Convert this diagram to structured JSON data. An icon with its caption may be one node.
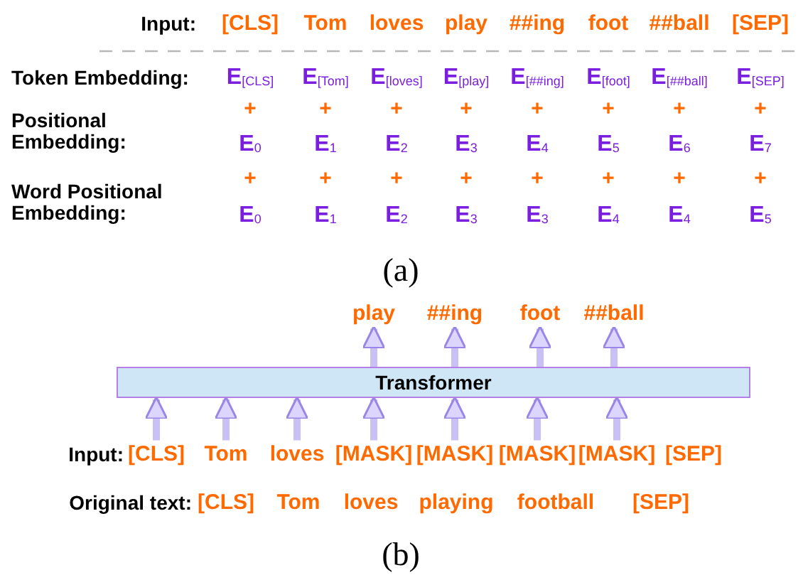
{
  "diagram": {
    "nodes": [
      {
        "text": [
          "Transformer"
        ]
      },
      {
        "text": [
          "play"
        ]
      },
      {
        "text": [
          "##ing"
        ]
      },
      {
        "text": [
          "foot"
        ]
      },
      {
        "text": [
          "##ball"
        ]
      },
      {
        "text": [
          "[CLS]"
        ]
      },
      {
        "text": [
          "Tom"
        ]
      },
      {
        "text": [
          "loves"
        ]
      },
      {
        "text": [
          "[MASK]"
        ]
      },
      {
        "text": [
          "[MASK]"
        ]
      },
      {
        "text": [
          "[MASK]"
        ]
      },
      {
        "text": [
          "[MASK]"
        ]
      },
      {
        "text": [
          "[SEP]"
        ]
      }
    ],
    "edges": [
      {
        "from": 5,
        "to": 0,
        "arrow": "to"
      },
      {
        "from": 6,
        "to": 0,
        "arrow": "to"
      },
      {
        "from": 7,
        "to": 0,
        "arrow": "to"
      },
      {
        "from": 8,
        "to": 0,
        "arrow": "to"
      },
      {
        "from": 9,
        "to": 0,
        "arrow": "to"
      },
      {
        "from": 10,
        "to": 0,
        "arrow": "to"
      },
      {
        "from": 11,
        "to": 0,
        "arrow": "to"
      },
      {
        "from": 0,
        "to": 1,
        "arrow": "to"
      },
      {
        "from": 0,
        "to": 2,
        "arrow": "to"
      },
      {
        "from": 0,
        "to": 3,
        "arrow": "to"
      },
      {
        "from": 0,
        "to": 4,
        "arrow": "to"
      }
    ],
    "labels": [
      "Input:",
      "[CLS]",
      "Tom",
      "loves",
      "play",
      "##ing",
      "foot",
      "##ball",
      "[SEP]",
      "Token Embedding:",
      "E$_{[CLS]}$",
      "E$_{[Tom]}$",
      "E$_{[loves]}$",
      "E$_{[play]}$",
      "E$_{[##ing]}$",
      "E$_{[foot]}$",
      "E$_{[##ball]}$",
      "E$_{[SEP]}$",
      "+",
      "+",
      "+",
      "+",
      "+",
      "+",
      "+",
      "+",
      "Positional Embedding:",
      "E$_{0}$",
      "E$_{1}$",
      "E$_{2}$",
      "E$_{3}$",
      "E$_{4}$",
      "E$_{5}$",
      "E$_{6}$",
      "E$_{7}$",
      "+",
      "+",
      "+",
      "+",
      "+",
      "+",
      "+",
      "+",
      "Word Positional Embedding:",
      "E$_{0}$",
      "E$_{1}$",
      "E$_{2}$",
      "E$_{3}$",
      "E$_{3}$",
      "E$_{4}$",
      "E$_{4}$",
      "E$_{5}$",
      "(a)",
      "Input:",
      "Original text:",
      "[CLS]",
      "Tom",
      "loves",
      "playing",
      "football",
      "[SEP]",
      "(b)"
    ]
  }
}
